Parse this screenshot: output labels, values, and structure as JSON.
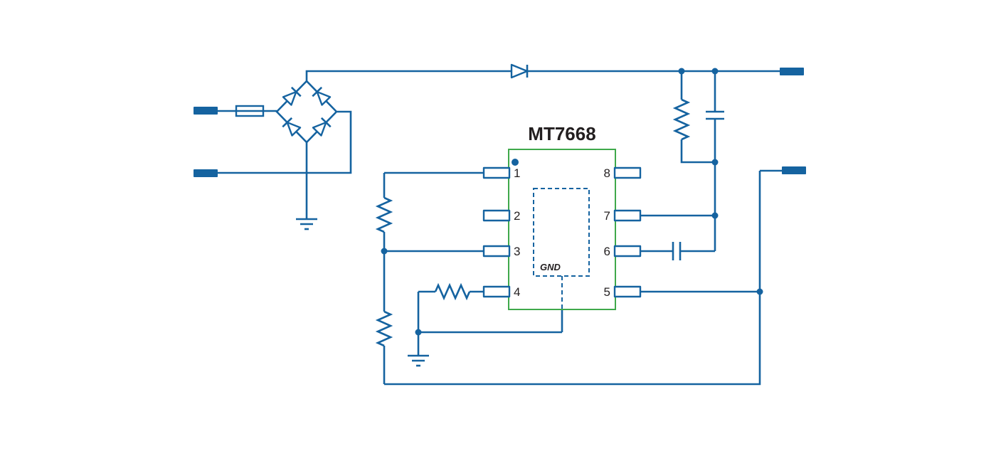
{
  "colors": {
    "wire": "#1563a0",
    "ic_outline": "#3fa94b",
    "text": "#231f20",
    "canvas": "#ffffff"
  },
  "ic": {
    "label": "MT7668",
    "gnd_label": "GND",
    "pins_left": [
      "1",
      "2",
      "3",
      "4"
    ],
    "pins_right": [
      "8",
      "7",
      "6",
      "5"
    ]
  }
}
